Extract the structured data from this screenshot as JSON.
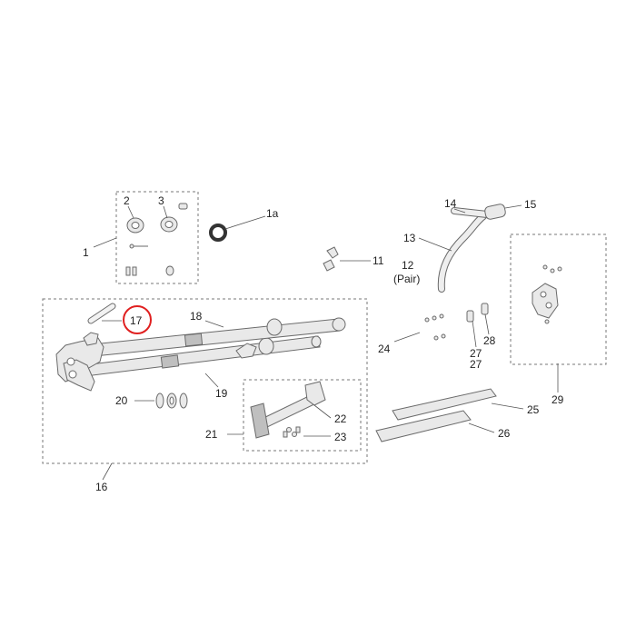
{
  "diagram": {
    "callouts": {
      "c1": "1",
      "c1a": "1a",
      "c2": "2",
      "c3": "3",
      "c11": "11",
      "c12": "12",
      "c12_sub": "(Pair)",
      "c13": "13",
      "c14": "14",
      "c15": "15",
      "c16": "16",
      "c17": "17",
      "c18": "18",
      "c19": "19",
      "c20": "20",
      "c21": "21",
      "c22": "22",
      "c23": "23",
      "c24": "24",
      "c25": "25",
      "c26": "26",
      "c27": "27",
      "c27b": "27",
      "c28": "28",
      "c29": "29"
    },
    "colors": {
      "highlight_circle": "#e02020",
      "callout_text": "#222222",
      "line": "#555555",
      "part": "#e9e9e9"
    }
  }
}
